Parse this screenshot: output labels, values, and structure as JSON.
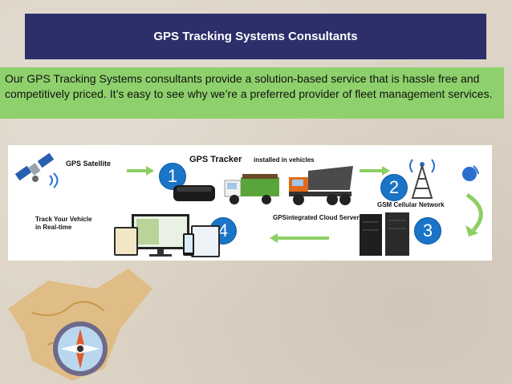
{
  "slide": {
    "title": "GPS Tracking Systems Consultants",
    "intro": "Our GPS Tracking Systems consultants provide a solution-based service that is hassle free and competitively priced. It’s easy to see why we’re a preferred provider of fleet management services."
  },
  "diagram": {
    "satellite_label": "GPS Satellite",
    "tracker_label": "GPS Tracker",
    "tracker_sublabel": "installed in vehicles",
    "network_label": "GSM Cellular Network",
    "cloud_label": "GPSintegrated Cloud Server",
    "track_label_line1": "Track Your Vehicle",
    "track_label_line2": "in Real-time",
    "steps": [
      "1",
      "2",
      "3",
      "4"
    ]
  },
  "colors": {
    "title_bg": "#2d2f6b",
    "intro_bg": "#8ed16c",
    "arrow_green": "#8ccf63",
    "step_blue": "#1a74c8"
  }
}
